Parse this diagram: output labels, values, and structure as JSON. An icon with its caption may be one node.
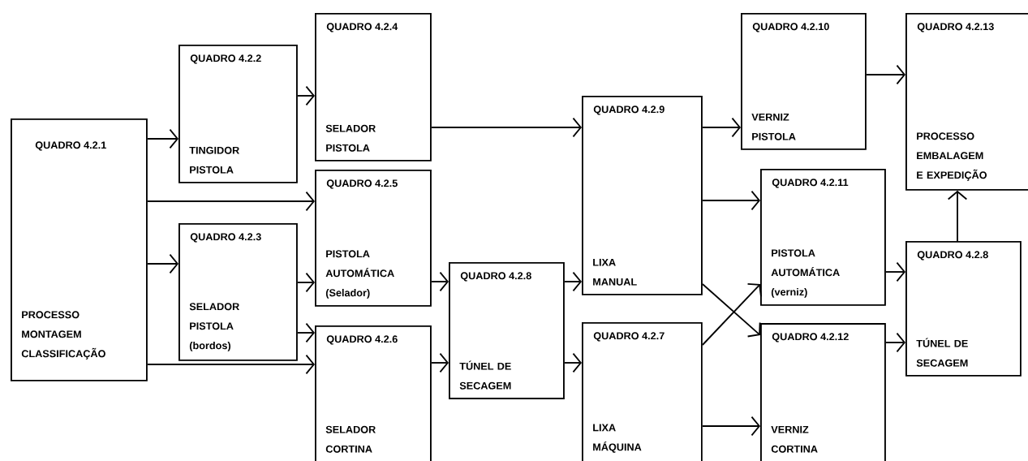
{
  "diagram": {
    "nodes": [
      {
        "text": [
          "QUADRO 4.2.1",
          "PROCESSO MONTAGEM CLASSIFICAÇÃO"
        ]
      },
      {
        "text": [
          "QUADRO 4.2.2",
          "TINGIDOR PISTOLA"
        ]
      },
      {
        "text": [
          "QUADRO 4.2.3",
          "SELADOR PISTOLA (bordos)"
        ]
      },
      {
        "text": [
          "QUADRO 4.2.4",
          "SELADOR PISTOLA"
        ]
      },
      {
        "text": [
          "QUADRO 4.2.5",
          "PISTOLA AUTOMÁTICA (Selador)"
        ]
      },
      {
        "text": [
          "QUADRO 4.2.6",
          "SELADOR CORTINA"
        ]
      },
      {
        "text": [
          "QUADRO 4.2.8",
          "TÚNEL DE SECAGEM"
        ]
      },
      {
        "text": [
          "QUADRO 4.2.9",
          "LIXA MANUAL"
        ]
      },
      {
        "text": [
          "QUADRO 4.2.7",
          "LIXA MÁQUINA"
        ]
      },
      {
        "text": [
          "QUADRO 4.2.10",
          "VERNIZ PISTOLA"
        ]
      },
      {
        "text": [
          "QUADRO 4.2.11",
          "PISTOLA AUTOMÁTICA (verniz)"
        ]
      },
      {
        "text": [
          "QUADRO 4.2.12",
          "VERNIZ CORTINA"
        ]
      },
      {
        "text": [
          "QUADRO 4.2.13",
          "PROCESSO EMBALAGEM E EXPEDIÇÃO"
        ]
      },
      {
        "text": [
          "QUADRO 4.2.8",
          "TÚNEL DE SECAGEM"
        ]
      }
    ],
    "edges": [
      {
        "from": 0,
        "to": 1,
        "arrow": "to"
      },
      {
        "from": 0,
        "to": 4,
        "arrow": "to"
      },
      {
        "from": 0,
        "to": 2,
        "arrow": "to"
      },
      {
        "from": 0,
        "to": 5,
        "arrow": "to"
      },
      {
        "from": 1,
        "to": 3,
        "arrow": "to"
      },
      {
        "from": 2,
        "to": 4,
        "arrow": "to"
      },
      {
        "from": 2,
        "to": 5,
        "arrow": "to"
      },
      {
        "from": 3,
        "to": 7,
        "arrow": "to"
      },
      {
        "from": 4,
        "to": 6,
        "arrow": "to"
      },
      {
        "from": 5,
        "to": 6,
        "arrow": "to"
      },
      {
        "from": 6,
        "to": 7,
        "arrow": "to"
      },
      {
        "from": 6,
        "to": 8,
        "arrow": "to"
      },
      {
        "from": 7,
        "to": 9,
        "arrow": "to"
      },
      {
        "from": 7,
        "to": 10,
        "arrow": "to"
      },
      {
        "from": 7,
        "to": 11,
        "arrow": "to"
      },
      {
        "from": 8,
        "to": 10,
        "arrow": "to"
      },
      {
        "from": 8,
        "to": 11,
        "arrow": "to"
      },
      {
        "from": 9,
        "to": 12,
        "arrow": "to"
      },
      {
        "from": 10,
        "to": 13,
        "arrow": "to"
      },
      {
        "from": 11,
        "to": 13,
        "arrow": "to"
      },
      {
        "from": 13,
        "to": 12,
        "arrow": "to"
      }
    ]
  }
}
